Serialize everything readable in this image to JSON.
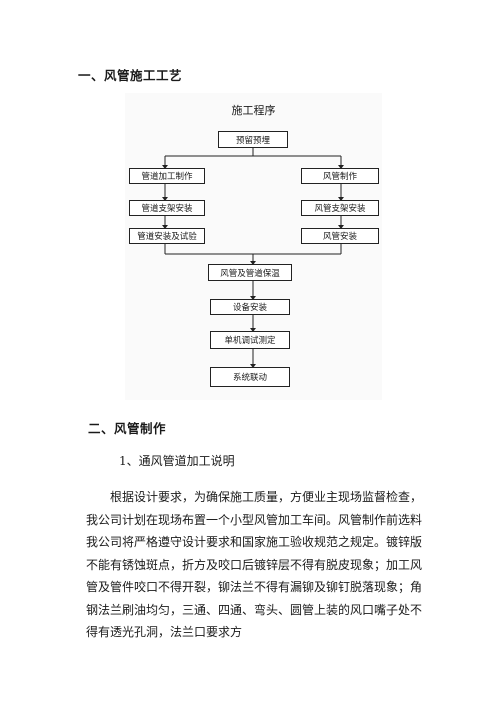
{
  "section1": {
    "title": "一、风管施工工艺"
  },
  "flowchart": {
    "title": "施工程序",
    "nodes": {
      "prep": "预留预埋",
      "pipe_make": "管道加工制作",
      "duct_make": "风管制作",
      "pipe_support": "管道支架安装",
      "duct_support": "风管支架安装",
      "pipe_install": "管道安装及试验",
      "duct_install": "风管安装",
      "insulation": "风管及管道保温",
      "equipment": "设备安装",
      "single_test": "单机调试测定",
      "system_link": "系统联动"
    }
  },
  "section2": {
    "title": "二、风管制作",
    "subtitle": "1、通风管道加工说明",
    "paragraph": "根据设计要求，为确保施工质量，方便业主现场监督检查，我公司计划在现场布置一个小型风管加工车间。风管制作前选料我公司将严格遵守设计要求和国家施工验收规范之规定。镀锌版不能有锈蚀斑点，折方及咬口后镀锌层不得有脱皮现象；加工风管及管件咬口不得开裂，铆法兰不得有漏铆及铆钉脱落现象；角钢法兰刷油均匀，三通、四通、弯头、圆管上装的风口嘴子处不得有透光孔洞，法兰口要求方"
  }
}
